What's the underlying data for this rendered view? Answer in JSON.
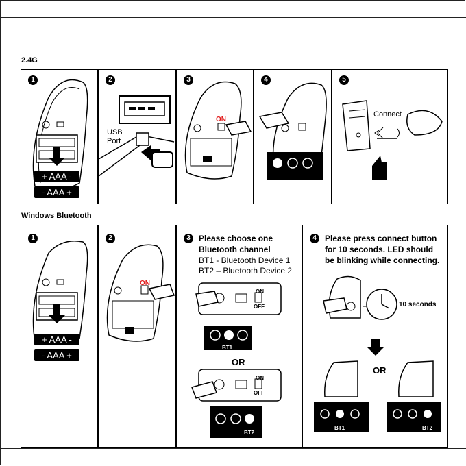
{
  "sections": {
    "s1_title": "2.4G",
    "s2_title": "Windows Bluetooth"
  },
  "steps": [
    "1",
    "2",
    "3",
    "4",
    "5"
  ],
  "labels": {
    "aaa": "AAA",
    "on": "ON",
    "off": "OFF",
    "bt1": "BT1",
    "bt2": "BT2",
    "usb": "USB",
    "port": "Port",
    "connect": "Connect",
    "ten_seconds": "10 seconds",
    "or": "OR"
  },
  "bt_step3": {
    "title_line1": "Please choose one",
    "title_line2": "Bluetooth channel",
    "line_bt1": "BT1 -  Bluetooth Device 1",
    "line_bt2": "BT2 – Bluetooth Device 2"
  },
  "bt_step4": {
    "line1": "Please press connect button",
    "line2": "for 10 seconds. LED should",
    "line3": "be blinking while connecting."
  },
  "colors": {
    "accent_red": "#e11919",
    "ink": "#000000"
  }
}
